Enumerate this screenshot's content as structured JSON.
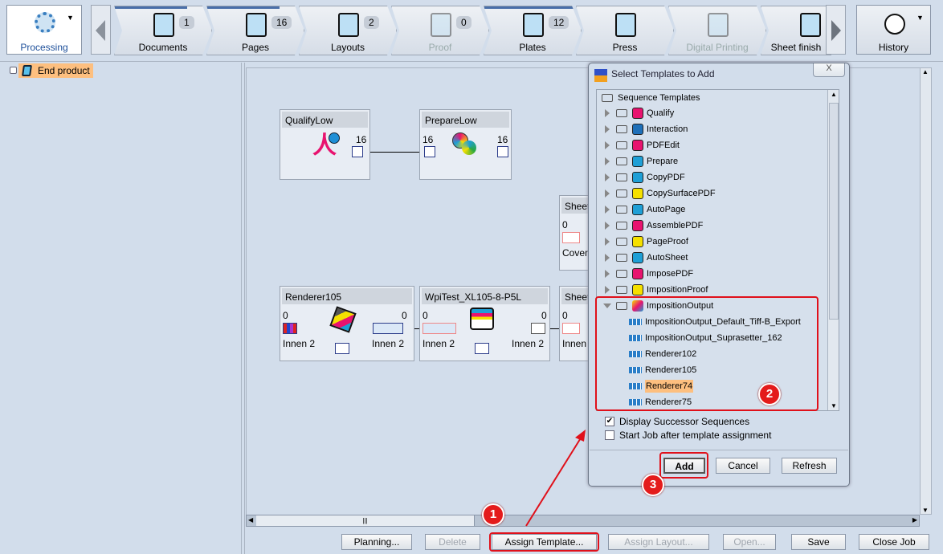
{
  "toolbar": {
    "processing_label": "Processing",
    "history_label": "History",
    "tabs": [
      {
        "label": "Documents",
        "count": "1",
        "progress": 0.75
      },
      {
        "label": "Pages",
        "count": "16",
        "progress": 0.75
      },
      {
        "label": "Layouts",
        "count": "2",
        "progress": 0
      },
      {
        "label": "Proof",
        "count": "0",
        "progress": 0,
        "disabled": true
      },
      {
        "label": "Plates",
        "count": "12",
        "progress": 1
      },
      {
        "label": "Press",
        "count": "",
        "progress": 0
      },
      {
        "label": "Digital Printing",
        "count": "",
        "progress": 0,
        "disabled": true
      },
      {
        "label": "Sheet finish",
        "count": "",
        "progress": 0
      }
    ]
  },
  "sidebar": {
    "end_product": "End product"
  },
  "nodes": {
    "qualify": {
      "title": "QualifyLow",
      "out": "16"
    },
    "prepare": {
      "title": "PrepareLow",
      "in": "16",
      "out": "16"
    },
    "sheet_cover": {
      "title": "Sheet",
      "in": "0",
      "label": "Cover"
    },
    "renderer": {
      "title": "Renderer105",
      "in": "0",
      "out": "0",
      "in_label": "Innen 2",
      "out_label": "Innen 2"
    },
    "wpitest": {
      "title": "WpiTest_XL105-8-P5L",
      "in": "0",
      "out": "0",
      "in_label": "Innen 2",
      "out_label": "Innen 2"
    },
    "sheet_innen": {
      "title": "Sheet",
      "in": "0",
      "label": "Innen"
    }
  },
  "dialog": {
    "title": "Select Templates to Add",
    "close": "X",
    "root": "Sequence Templates",
    "folders": [
      "Qualify",
      "Interaction",
      "PDFEdit",
      "Prepare",
      "CopyPDF",
      "CopySurfacePDF",
      "AutoPage",
      "AssemblePDF",
      "PageProof",
      "AutoSheet",
      "ImposePDF",
      "ImpositionProof"
    ],
    "expanded": "ImpositionOutput",
    "children": [
      "ImpositionOutput_Default_Tiff-B_Export",
      "ImpositionOutput_Suprasetter_162",
      "Renderer102",
      "Renderer105",
      "Renderer74",
      "Renderer75"
    ],
    "selected": "Renderer74",
    "display_successor": {
      "label": "Display Successor Sequences",
      "checked": true
    },
    "start_job": {
      "label": "Start Job after template assignment",
      "checked": false
    },
    "add": "Add",
    "cancel": "Cancel",
    "refresh": "Refresh"
  },
  "buttons": {
    "planning": "Planning...",
    "delete": "Delete",
    "assign_template": "Assign Template...",
    "assign_layout": "Assign Layout...",
    "open": "Open...",
    "save": "Save",
    "close_job": "Close Job"
  },
  "annotations": [
    "1",
    "2",
    "3"
  ],
  "colors": {
    "highlight": "#fdbf7f",
    "annotation": "#e0101a",
    "background": "#d2ddeb"
  }
}
